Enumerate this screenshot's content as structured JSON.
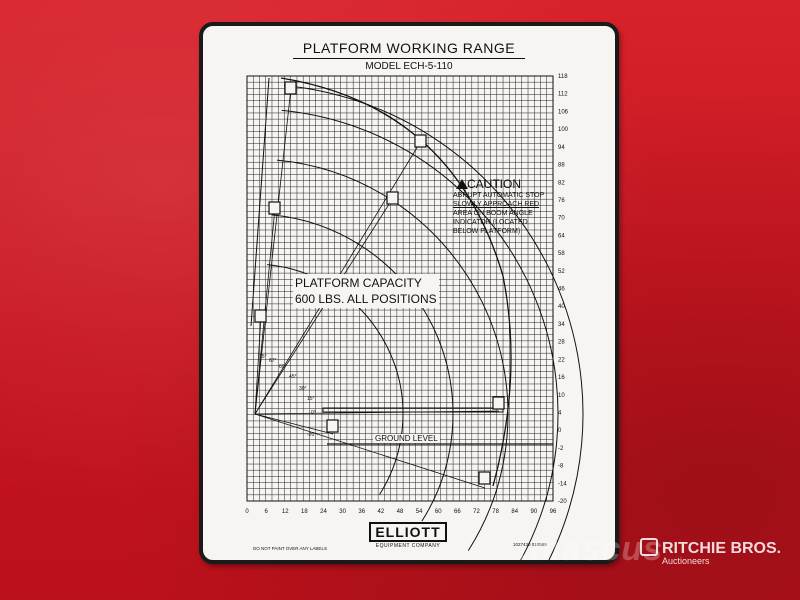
{
  "placard": {
    "title": "PLATFORM WORKING RANGE",
    "model": "MODEL ECH-5-110",
    "caution": {
      "heading": "CAUTION",
      "lines": [
        "ABRUPT AUTOMATIC STOP",
        "SLOWLY APPROACH RED",
        "AREA ON BOOM ANGLE",
        "INDICATOR (LOCATED",
        "BELOW PLATFORM)"
      ]
    },
    "capacity": {
      "line1": "PLATFORM CAPACITY",
      "line2": "600 LBS. ALL POSITIONS"
    },
    "ground_label": "GROUND LEVEL",
    "x_ticks": [
      "0",
      "6",
      "12",
      "18",
      "24",
      "30",
      "36",
      "42",
      "48",
      "54",
      "60",
      "66",
      "72",
      "78",
      "84",
      "90",
      "96"
    ],
    "y_ticks": [
      "118",
      "112",
      "106",
      "100",
      "94",
      "88",
      "82",
      "76",
      "70",
      "64",
      "58",
      "52",
      "46",
      "40",
      "34",
      "28",
      "22",
      "16",
      "10",
      "4",
      "0",
      "-2",
      "-8",
      "-14",
      "-20"
    ],
    "angle_labels": [
      "75°",
      "67°",
      "60°",
      "45°",
      "30°",
      "15°",
      "0°",
      "-20°"
    ],
    "logo": {
      "name": "ELLIOTT",
      "sub": "EQUIPMENT COMPANY"
    },
    "no_paint": "DO NOT PAINT OVER ANY LABELS",
    "part_no": "1027430    010599"
  },
  "watermark": {
    "text": ".mascus",
    "brand": "RITCHIE BROS.",
    "brand_sub": "Auctioneers"
  }
}
